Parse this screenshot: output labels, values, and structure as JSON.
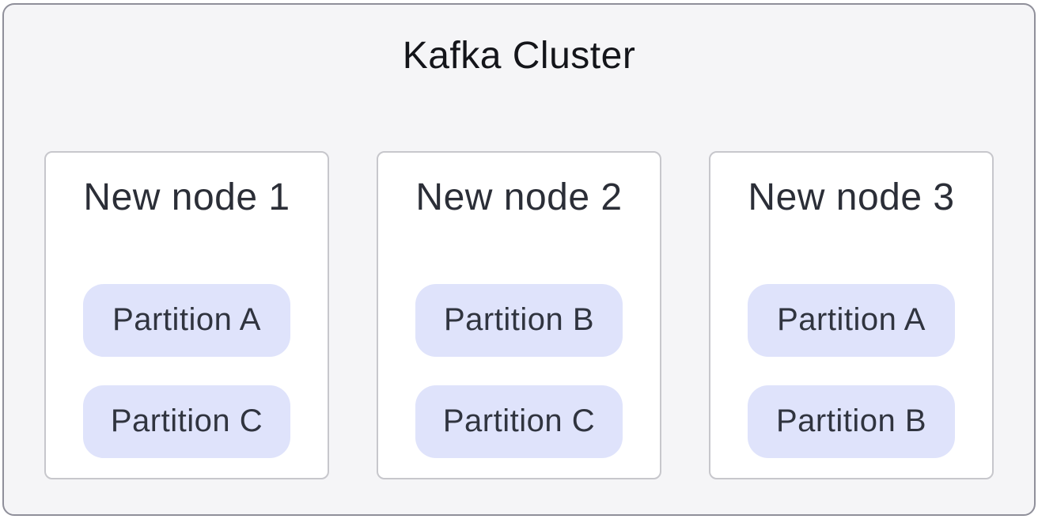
{
  "diagram": {
    "title": "Kafka Cluster",
    "nodes": [
      {
        "label": "New node 1",
        "partitions": [
          "Partition A",
          "Partition C"
        ]
      },
      {
        "label": "New node 2",
        "partitions": [
          "Partition B",
          "Partition C"
        ]
      },
      {
        "label": "New node 3",
        "partitions": [
          "Partition A",
          "Partition B"
        ]
      }
    ],
    "colors": {
      "page_background": "#ffffff",
      "cluster_background": "#f5f5f7",
      "cluster_border": "#8f8f9a",
      "node_background": "#ffffff",
      "node_border": "#c7c7cc",
      "partition_background": "#dfe3fb",
      "cluster_title_text": "#14151a",
      "node_title_text": "#2b2e37",
      "partition_text": "#30343f"
    }
  }
}
